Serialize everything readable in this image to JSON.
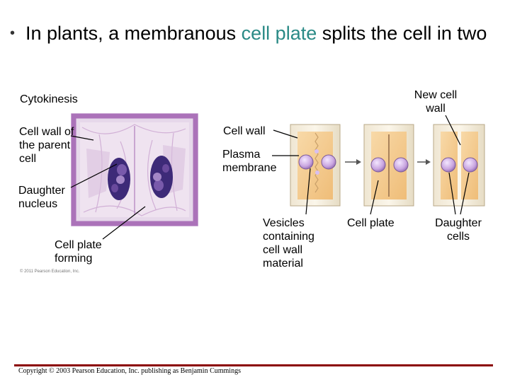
{
  "title": {
    "bullet": "•",
    "part1": "In plants, a membranous ",
    "highlight": "cell plate",
    "part2": " splits the cell in two"
  },
  "labels": {
    "cytokinesis": "Cytokinesis",
    "new_cell_wall": "New cell wall",
    "cell_wall_parent": "Cell wall of the parent cell",
    "cell_wall": "Cell wall",
    "plasma_membrane": "Plasma membrane",
    "daughter_nucleus": "Daughter nucleus",
    "cell_plate_forming": "Cell plate forming",
    "vesicles": "Vesicles containing cell wall material",
    "cell_plate": "Cell plate",
    "daughter_cells": "Daughter cells"
  },
  "micrograph_credit": "© 2011 Pearson Education, Inc.",
  "copyright": "Copyright © 2003 Pearson Education, Inc. publishing as Benjamin Cummings",
  "colors": {
    "accent": "#2a8a86",
    "footer_rule": "#8b0000",
    "cell_fill": "#f4c98f",
    "vesicle": "#c9a6e0"
  }
}
